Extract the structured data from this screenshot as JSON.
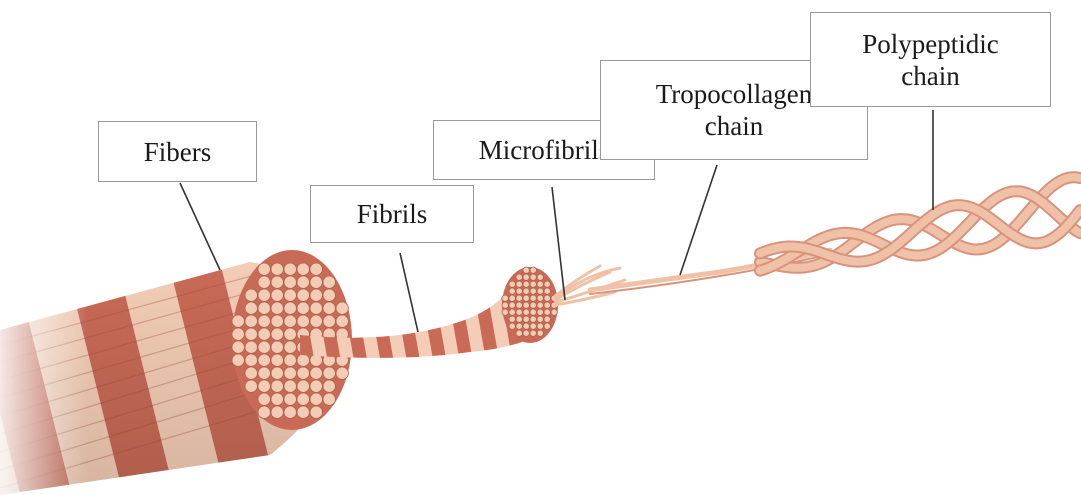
{
  "labels": {
    "fibers": "Fibers",
    "fibrils": "Fibrils",
    "microfibrils": "Microfibrils",
    "tropocollagen_line1": "Tropocollagen",
    "tropocollagen_line2": "chain",
    "polypeptidic_line1": "Polypeptidic",
    "polypeptidic_line2": "chain"
  },
  "colors": {
    "dark_band": "#c86a56",
    "light_band": "#f3cdb5",
    "fiber_end": "#f2cdb3",
    "fiber_end_rim": "#b56050",
    "strand": "#efc2a8",
    "strand_shade": "#d9937c",
    "leader_line": "#333333",
    "box_border": "#9a9a9a"
  }
}
